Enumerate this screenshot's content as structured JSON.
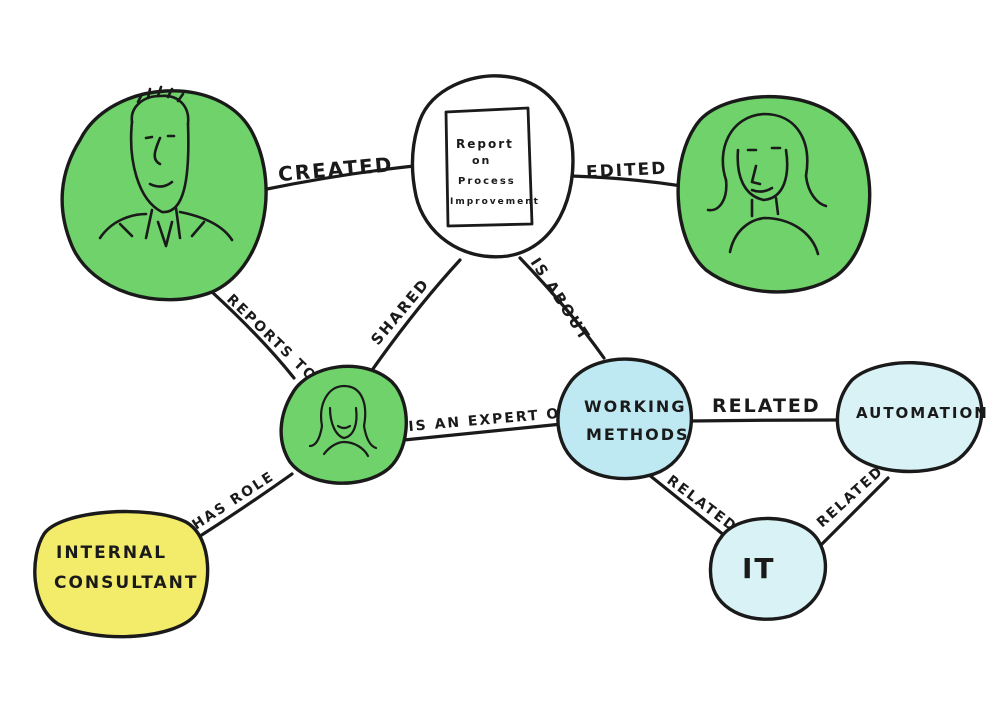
{
  "diagram": {
    "colors": {
      "person": "#6fd26a",
      "concept": "#bfe9f2",
      "role": "#f3ec6a",
      "document": "#ffffff",
      "ink": "#1a1a1a"
    },
    "nodes": {
      "man": {
        "label": "",
        "icon": "man-portrait-icon"
      },
      "report": {
        "label_lines": [
          "Report",
          "on",
          "Process",
          "Improvement"
        ],
        "icon": "document-icon"
      },
      "woman": {
        "label": "",
        "icon": "woman-portrait-icon"
      },
      "consultant_person": {
        "label": "",
        "icon": "woman-portrait-icon"
      },
      "working_methods": {
        "label_lines": [
          "WORKING",
          "METHODS"
        ]
      },
      "automation": {
        "label": "AUTOMATION"
      },
      "it": {
        "label": "IT"
      },
      "internal_consultant": {
        "label_lines": [
          "INTERNAL",
          "CONSULTANT"
        ]
      }
    },
    "edges": {
      "created": "CREATED",
      "edited": "EDITED",
      "reports_to": "REPORTS TO",
      "shared": "SHARED",
      "is_about": "IS ABOUT",
      "is_an_expert_on": "IS AN EXPERT ON",
      "has_role": "HAS ROLE",
      "related_wm_auto": "RELATED",
      "related_wm_it": "RELATED",
      "related_it_auto": "RELATED"
    }
  }
}
